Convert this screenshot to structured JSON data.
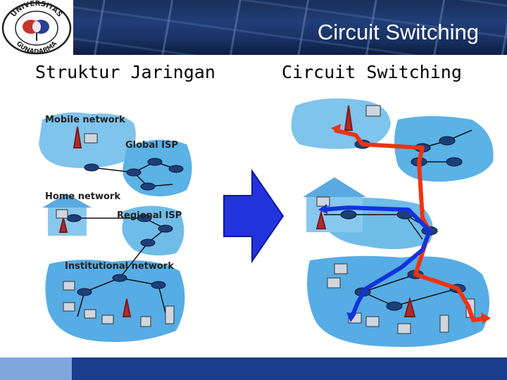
{
  "header": {
    "title": "Circuit Switching",
    "logo_text_top": "UNIVERSITAS",
    "logo_text_bottom": "GUNADARMA"
  },
  "left_panel": {
    "subtitle": "Struktur Jaringan",
    "labels": {
      "mobile": "Mobile network",
      "global": "Global ISP",
      "home": "Home network",
      "regional": "Regional ISP",
      "institutional": "Institutional network"
    }
  },
  "right_panel": {
    "subtitle": "Circuit Switching"
  },
  "colors": {
    "header_bg": "#1f3a70",
    "footer_bg": "#1a3d8c",
    "arrow_blue": "#2233dd",
    "path_red": "#ee3311",
    "path_blue": "#1133dd",
    "cloud": "#4aa8e0"
  }
}
